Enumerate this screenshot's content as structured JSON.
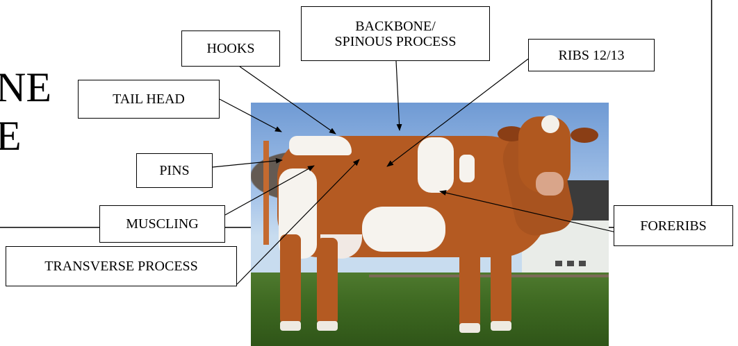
{
  "slide": {
    "partial_text_line1": "NE",
    "partial_text_line2": "E"
  },
  "labels": {
    "hooks": "HOOKS",
    "backbone": "BACKBONE/\nSPINOUS PROCESS",
    "ribs": "RIBS 12/13",
    "tail_head": "TAIL HEAD",
    "pins": "PINS",
    "muscling": "MUSCLING",
    "forerribs": "FORERIBS",
    "transverse": "TRANSVERSE PROCESS"
  },
  "photo": {
    "subject": "cow-side-view"
  }
}
